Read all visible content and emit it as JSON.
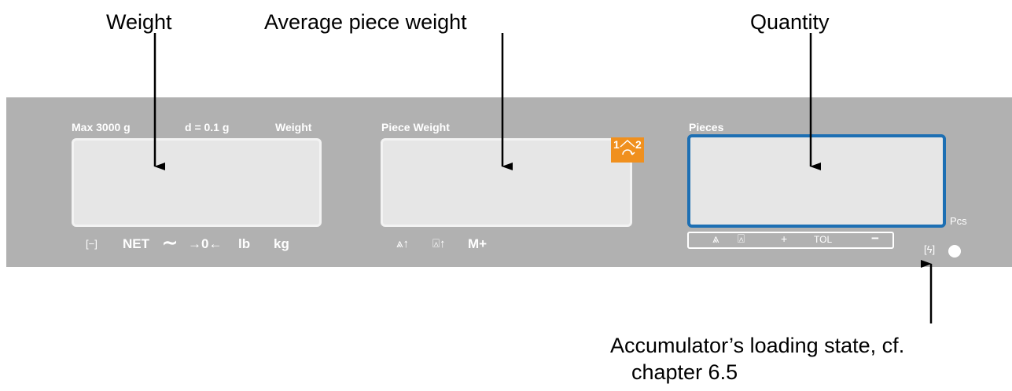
{
  "callouts": {
    "weight": "Weight",
    "avg_piece_weight": "Average piece weight",
    "quantity": "Quantity",
    "accumulator_line1": "Accumulator’s loading state, cf.",
    "accumulator_line2": "chapter 6.5"
  },
  "panel": {
    "background": "#b1b1b1",
    "weight_display": {
      "max_label": "Max 3000 g",
      "d_label": "d = 0.1 g",
      "title": "Weight",
      "indicators": {
        "battery": "[−]",
        "net": "NET",
        "stability": "∼",
        "zero": "→0←",
        "lb": "lb",
        "kg": "kg"
      }
    },
    "piece_weight_display": {
      "title": "Piece Weight",
      "indicators": {
        "ref_pieces": "⩓↑",
        "ref_weight": "⍓↑",
        "memory": "M+",
        "scale_switch": "1 2",
        "scale_switch_color": "#f0901e"
      }
    },
    "pieces_display": {
      "title": "Pieces",
      "unit": "Pcs",
      "border_color": "#1d6fb3",
      "tolerance_bar": {
        "pieces_icon": "⩓",
        "weight_icon": "⍓",
        "plus": "+",
        "tol": "TOL",
        "minus": "−"
      },
      "charge_icon": "[ϟ]"
    }
  }
}
